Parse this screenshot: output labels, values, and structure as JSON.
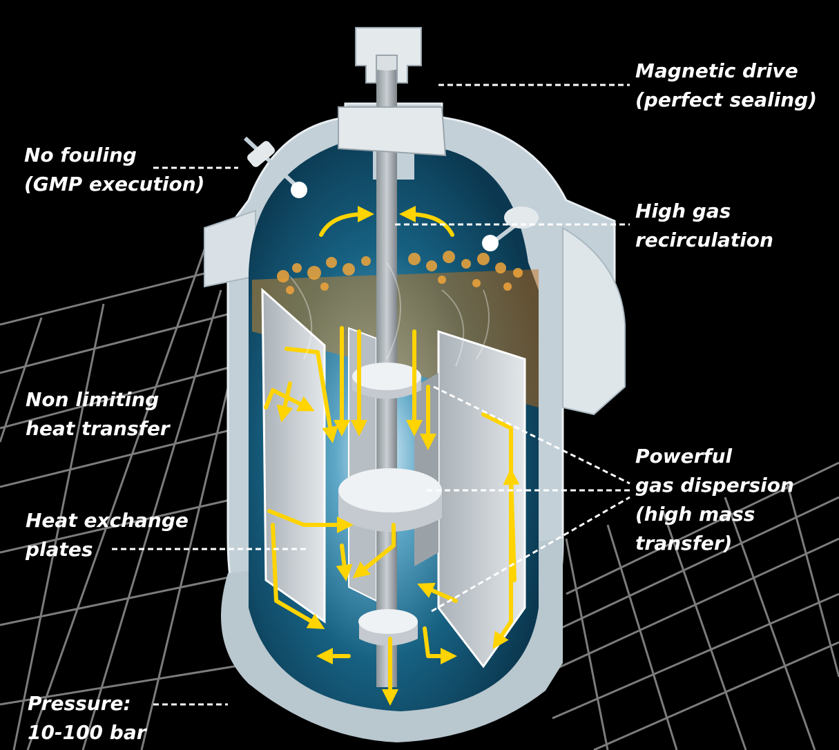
{
  "callouts": {
    "magnetic_drive": [
      "Magnetic drive",
      "(perfect sealing)"
    ],
    "no_fouling": [
      "No fouling",
      "(GMP execution)"
    ],
    "high_gas": [
      "High gas",
      "recirculation"
    ],
    "non_limiting": [
      "Non limiting",
      "heat transfer"
    ],
    "powerful_gas": [
      "Powerful",
      "gas dispersion",
      "(high mass",
      "transfer)"
    ],
    "heat_exchange": [
      "Heat exchange",
      "plates"
    ],
    "pressure": [
      "Pressure:",
      "10-100 bar"
    ]
  },
  "colors": {
    "background": "#000000",
    "grid": "#8a8a8a",
    "vessel_wall": "#c3d0d8",
    "interior": "#0f4c66",
    "plates": "#c8ccd0",
    "flow_arrows": "#ffd400",
    "foam": "#e8971e",
    "text": "#ffffff"
  }
}
